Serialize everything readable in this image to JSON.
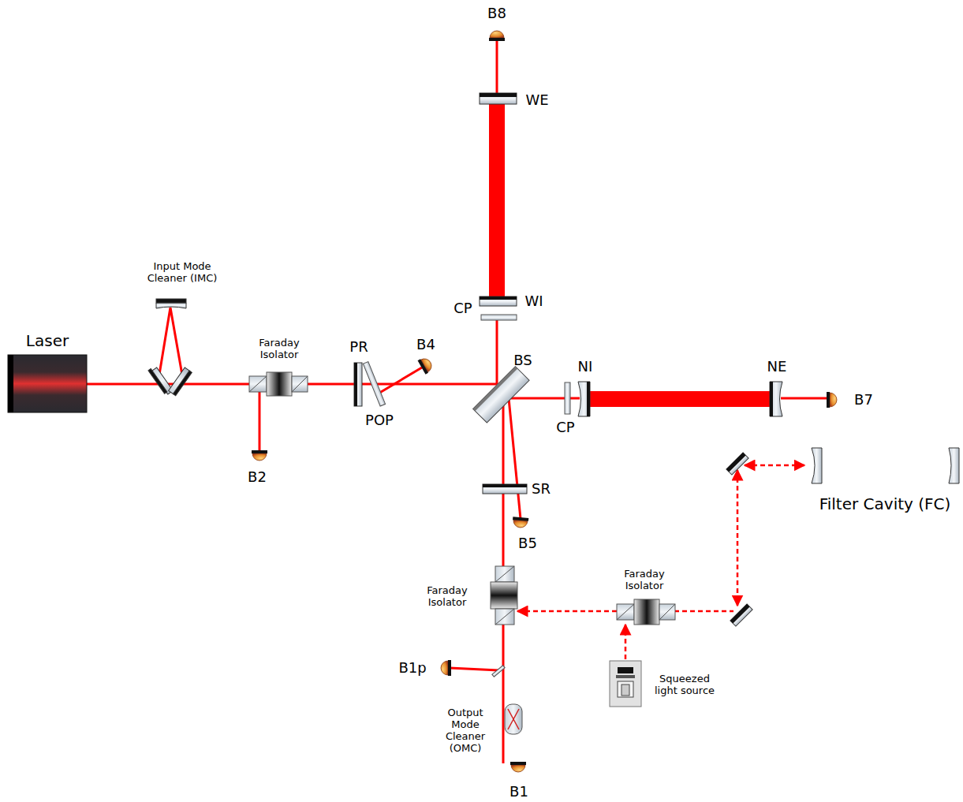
{
  "diagram": {
    "labels": [
      "B8",
      "WE",
      "Input Mode Cleaner (IMC)",
      "WI",
      "CP",
      "Laser",
      "Faraday Isolator",
      "PR",
      "B4",
      "BS",
      "NI",
      "NE",
      "B7",
      "POP",
      "CP",
      "B2",
      "SR",
      "Filter Cavity (FC)",
      "B5",
      "Faraday Isolator",
      "Faraday Isolator",
      "B1p",
      "Squeezed light source",
      "Output Mode Cleaner (OMC)",
      "B1"
    ]
  }
}
